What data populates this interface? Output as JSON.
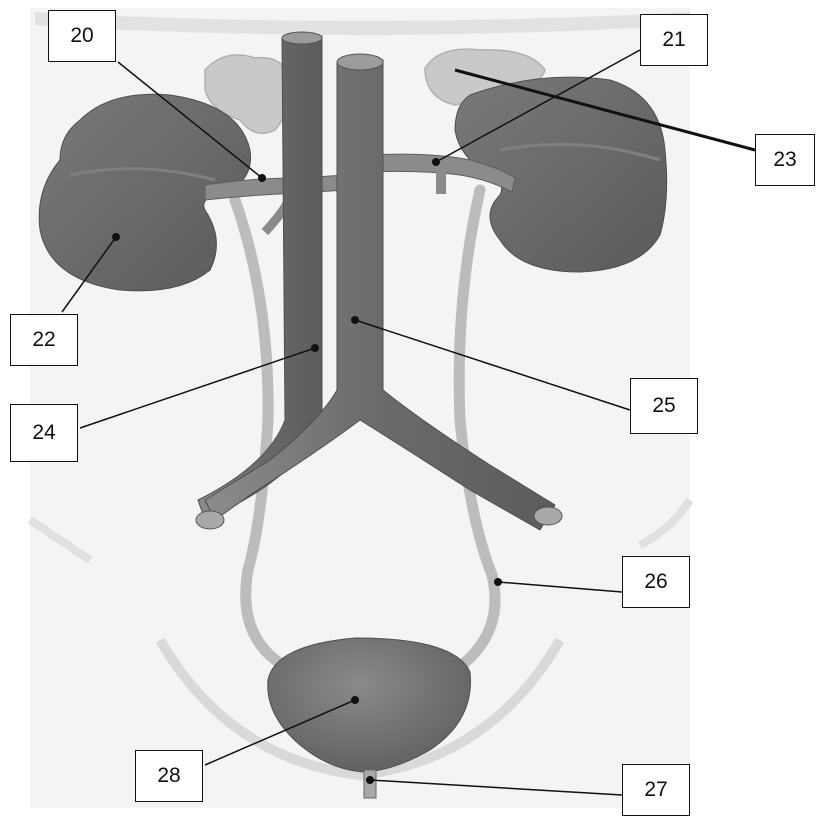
{
  "labels": {
    "l20": "20",
    "l21": "21",
    "l22": "22",
    "l23": "23",
    "l24": "24",
    "l25": "25",
    "l26": "26",
    "l27": "27",
    "l28": "28"
  },
  "colors": {
    "organ": "#6e6e6e",
    "organ_dark": "#575757",
    "vessel": "#7d7d7d",
    "vessel_light": "#a2a2a2",
    "ureter": "#bdbdbd",
    "adrenal": "#c8c8c8",
    "background_shade": "#ececec"
  }
}
